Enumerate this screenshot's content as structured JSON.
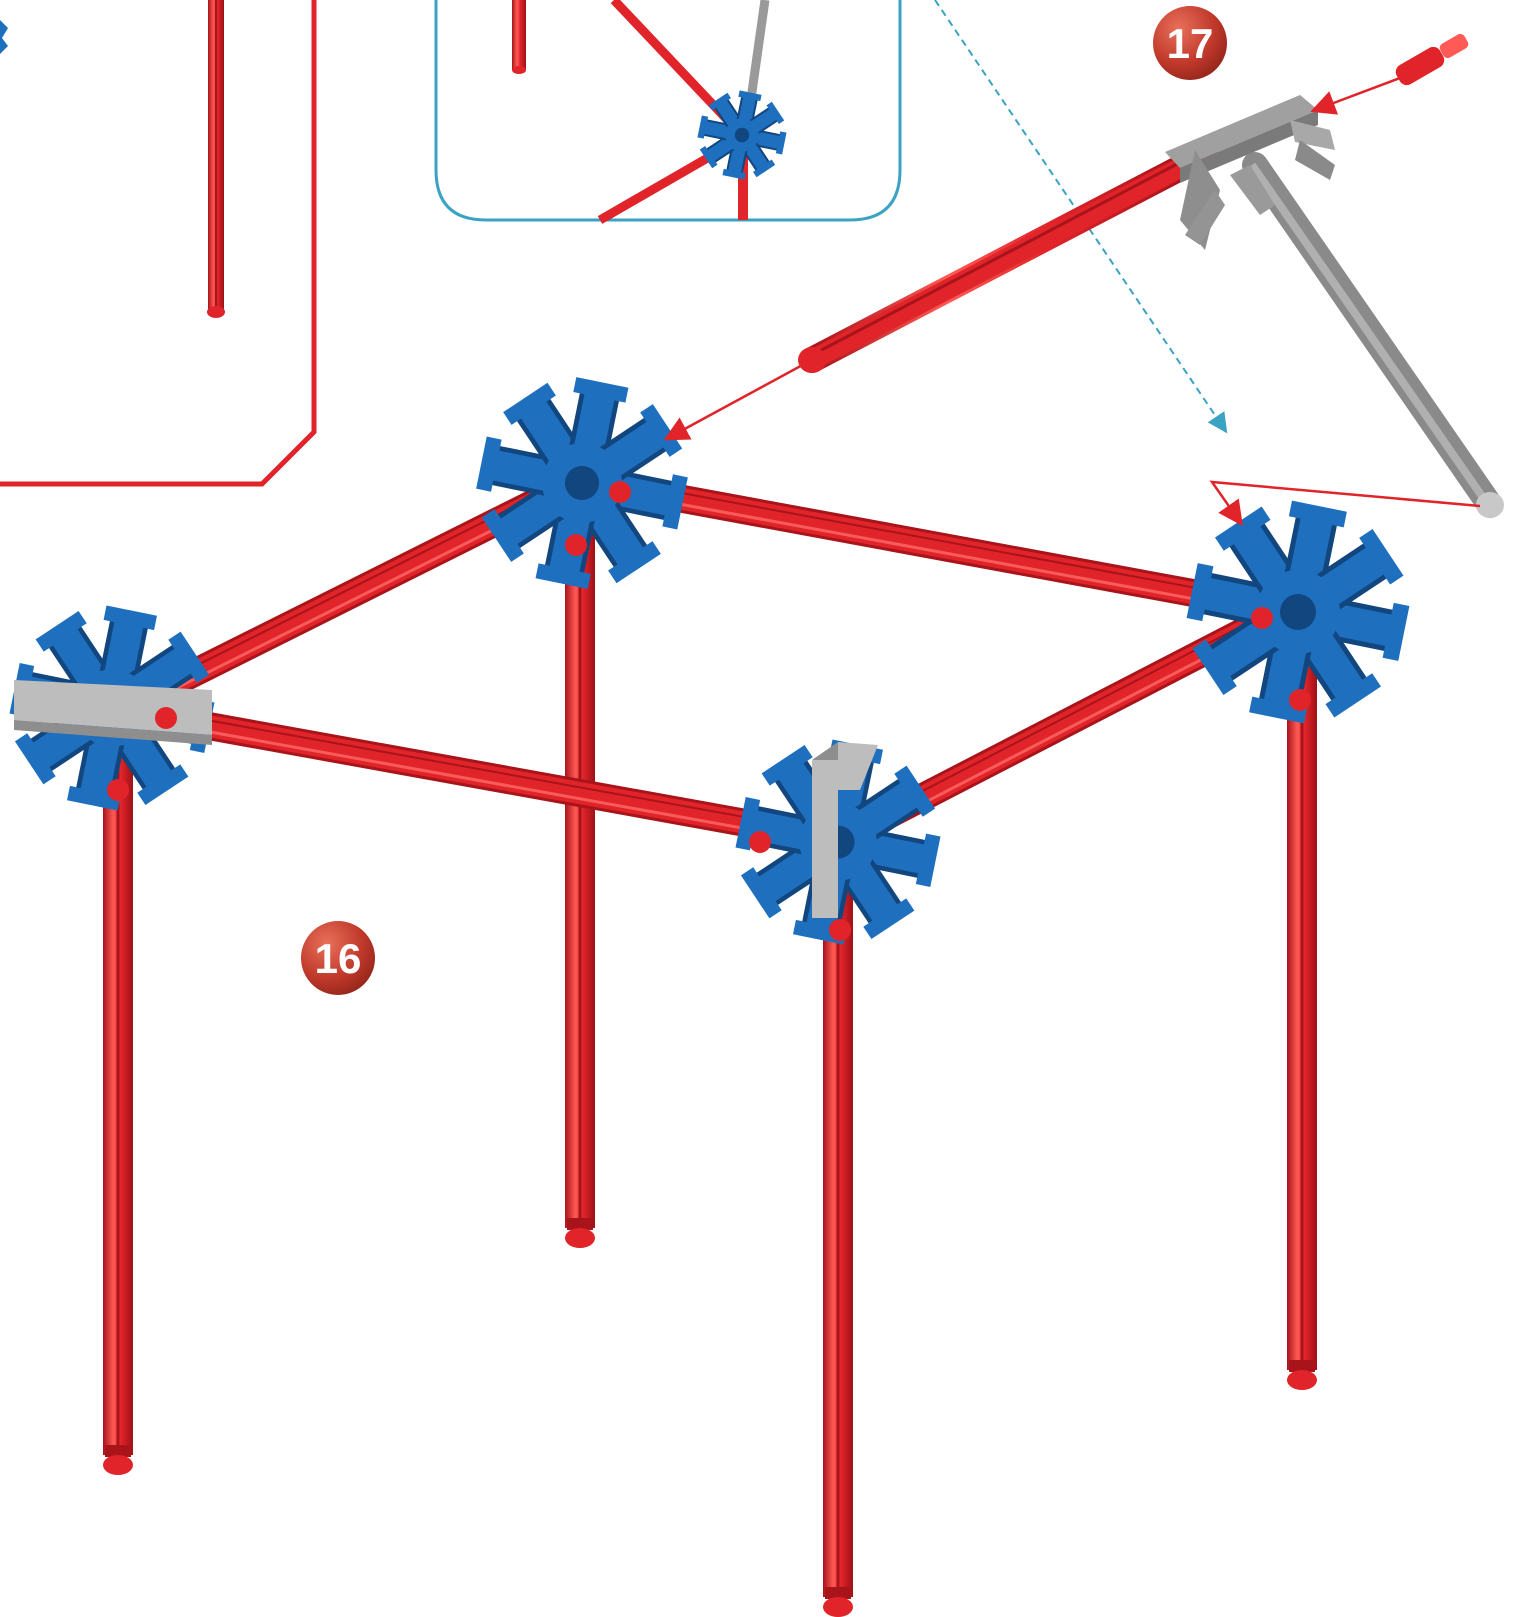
{
  "steps": [
    {
      "label": "16"
    },
    {
      "label": "17"
    }
  ],
  "colors": {
    "rod_red": "#e0242a",
    "rod_red_dark": "#a8141a",
    "rod_red_light": "#ff6b66",
    "connector_blue": "#1f6fbf",
    "connector_blue_dark": "#12467f",
    "connector_gray": "#8e8e8e",
    "connector_gray_light": "#bdbdbd",
    "rod_gray": "#9a9a9a",
    "callout_red": "#e0242a",
    "callout_blue": "#3aa2c2",
    "badge_fill": "#c0392b",
    "badge_highlight": "#e8705a"
  },
  "parts": {
    "connectors": [
      "blue-connector",
      "gray-connector"
    ],
    "rods": [
      "red-rod",
      "gray-rod"
    ]
  }
}
